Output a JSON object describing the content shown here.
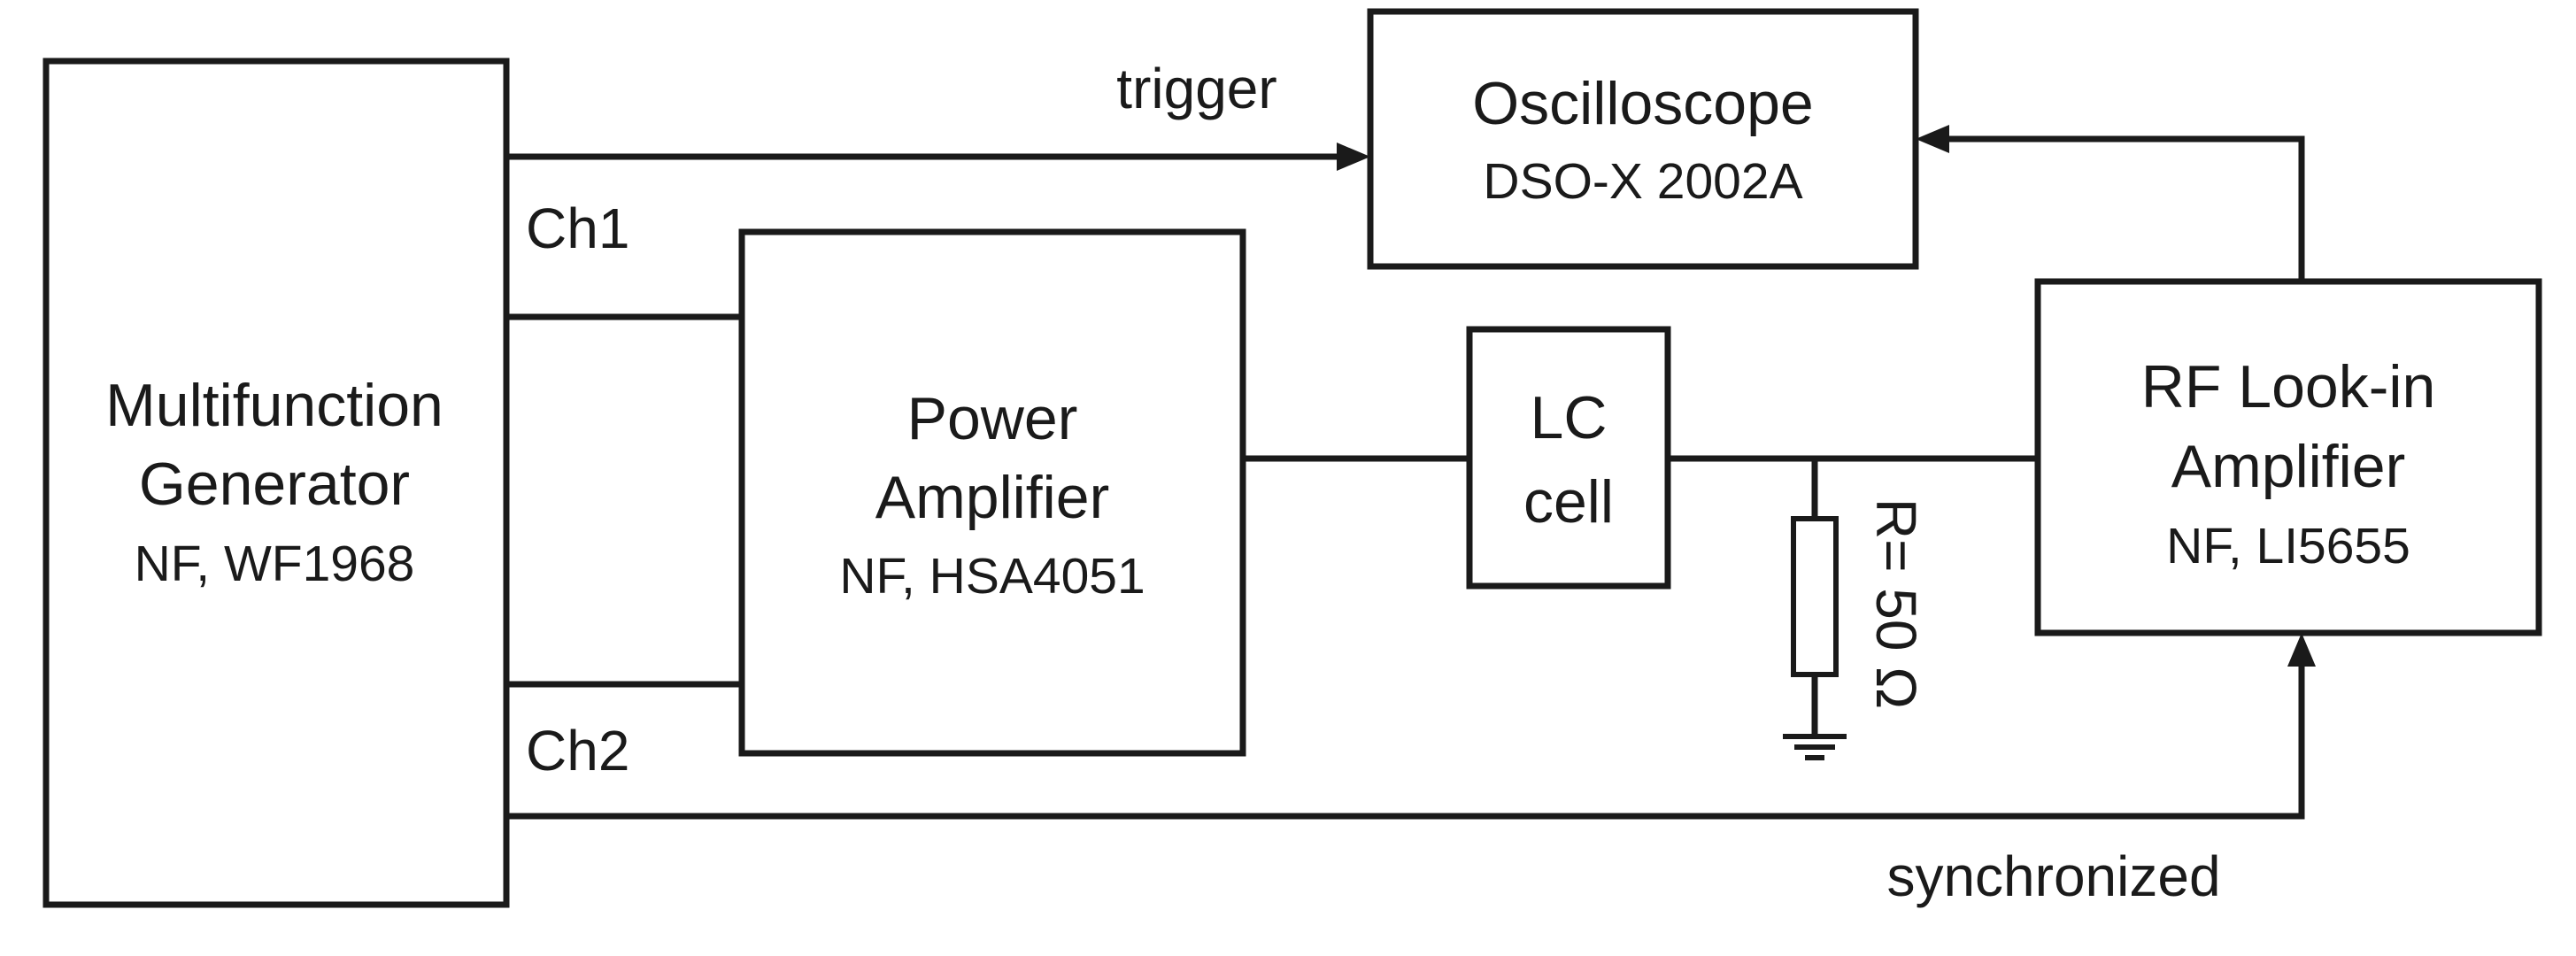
{
  "blocks": {
    "generator": {
      "line1": "Multifunction",
      "line2": "Generator",
      "model": "NF, WF1968"
    },
    "power_amplifier": {
      "line1": "Power",
      "line2": "Amplifier",
      "model": "NF, HSA4051"
    },
    "oscilloscope": {
      "line1": "Oscilloscope",
      "model": "DSO-X 2002A"
    },
    "lc_cell": {
      "line1": "LC",
      "line2": "cell"
    },
    "lockin": {
      "line1": "RF Look-in",
      "line2": "Amplifier",
      "model": "NF, LI5655"
    }
  },
  "labels": {
    "trigger": "trigger",
    "ch1": "Ch1",
    "ch2": "Ch2",
    "synchronized": "synchronized",
    "resistor": "R= 50 Ω"
  },
  "colors": {
    "line": "#1a1a1a",
    "background": "#ffffff"
  }
}
